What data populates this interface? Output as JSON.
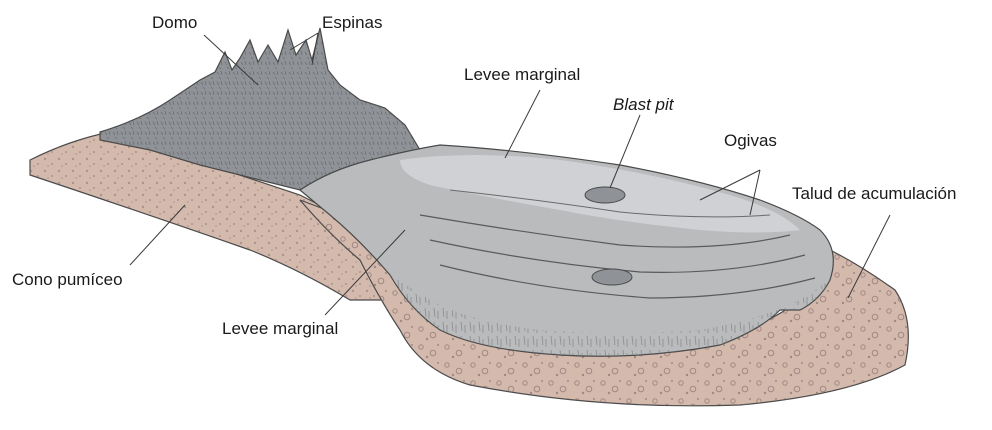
{
  "labels": {
    "domo": "Domo",
    "espinas": "Espinas",
    "levee_top": "Levee marginal",
    "blast_pit": "Blast pit",
    "ogivas": "Ogivas",
    "talud": "Talud de acumulación",
    "cono": "Cono pumíceo",
    "levee_bottom": "Levee marginal"
  },
  "colors": {
    "pumice": "#d4b9ad",
    "pumice_dots": "#8a7470",
    "dome": "#8f9296",
    "dome_dark": "#6f7276",
    "flow": "#b9bbbd",
    "flow_light": "#d3d4d6",
    "cliff": "#a7a9ac",
    "line": "#5a5a5a",
    "leader": "#3a3a3a"
  }
}
